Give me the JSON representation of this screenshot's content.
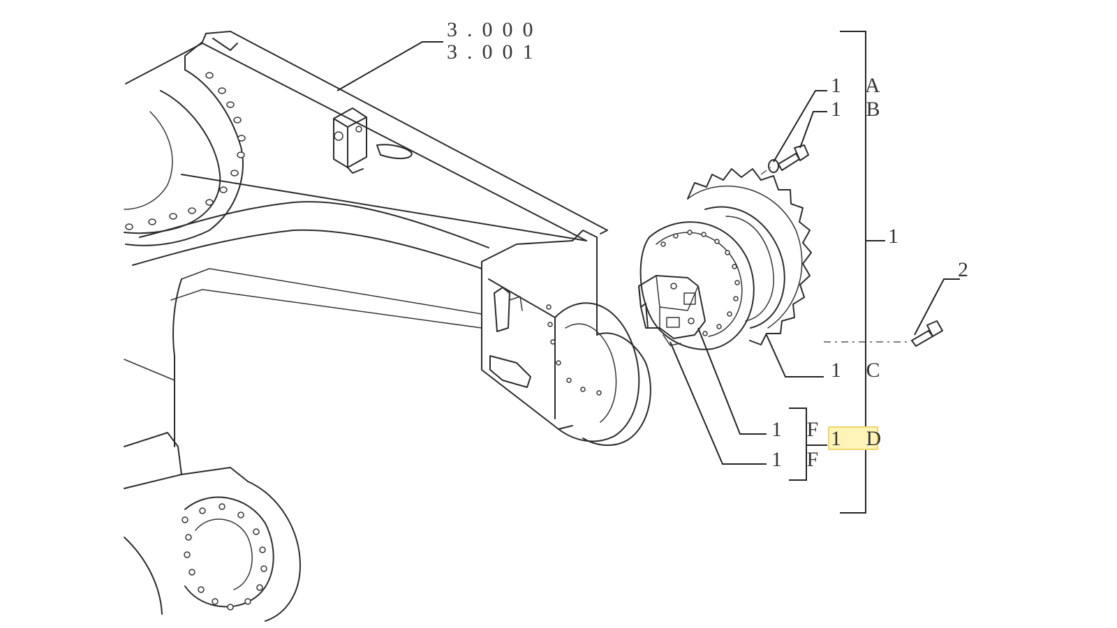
{
  "callouts": {
    "ref_3000": "3.000",
    "ref_3001": "3.001",
    "c_1A": "1 A",
    "c_1B": "1 B",
    "c_1": "1",
    "c_2": "2",
    "c_1C": "1 C",
    "c_1D": "1 D",
    "c_1F_upper": "1 F",
    "c_1F_lower": "1 F"
  },
  "colors": {
    "line": "#2a2a2a",
    "highlight_fill": "#fff4b8",
    "highlight_stroke": "#f1d66a"
  },
  "selected_callout": "1 D"
}
